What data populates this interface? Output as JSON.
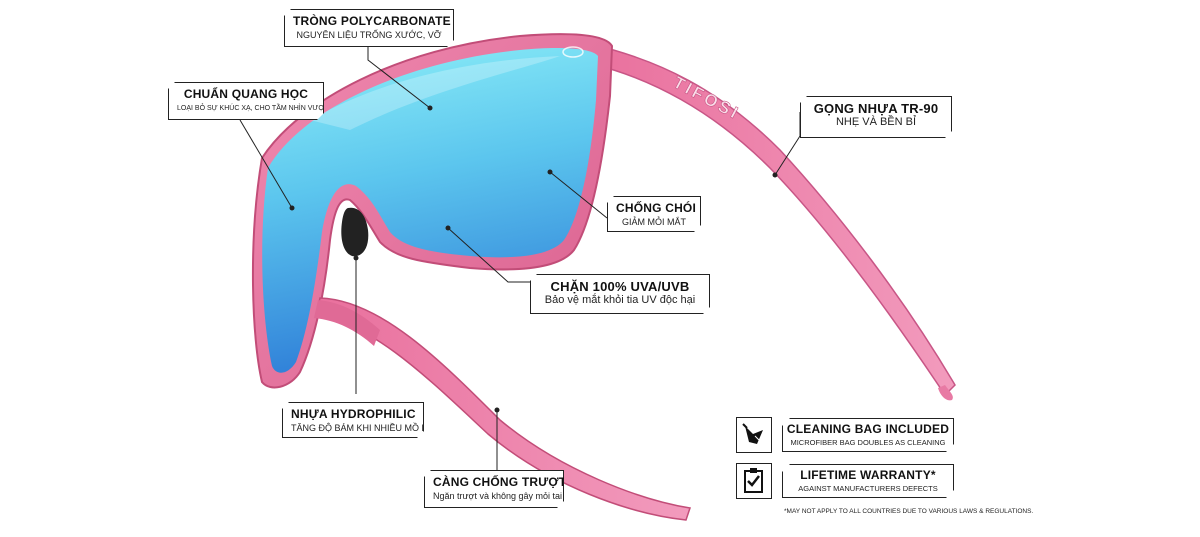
{
  "brand": "TIFOSI",
  "colors": {
    "frame": "#e8709a",
    "frame_dark": "#c24d78",
    "lens_top": "#7fe3f5",
    "lens_bottom": "#3a8ee0",
    "outline": "#222222"
  },
  "callouts": {
    "lens": {
      "title": "TRÒNG POLYCARBONATE",
      "subtitle": "NGUYÊN LIỆU TRỐNG XƯỚC, VỠ"
    },
    "optics": {
      "title": "CHUẨN QUANG HỌC",
      "subtitle": "LOẠI BỎ SỰ KHÚC XẠ, CHO TẦM NHÌN VƯỢT TRỘI"
    },
    "temples": {
      "title": "GỌNG NHỰA TR-90",
      "subtitle": "NHẸ VÀ BỀN BỈ"
    },
    "glare": {
      "title": "CHỐNG CHÓI",
      "subtitle": "GIẢM MỎI MẮT"
    },
    "uv": {
      "title": "CHẶN 100% UVA/UVB",
      "subtitle": "Bảo vệ mắt khỏi tia UV độc hại"
    },
    "hydrophilic": {
      "title": "NHỰA HYDROPHILIC",
      "subtitle": "TĂNG ĐỘ BÁM KHI NHIỀU MỒ HÔI"
    },
    "antislip": {
      "title": "CÀNG CHỐNG TRƯỢT",
      "subtitle": "Ngăn trượt và không gây mỏi tai"
    }
  },
  "badges": {
    "bag": {
      "title": "CLEANING BAG INCLUDED",
      "subtitle": "MICROFIBER BAG DOUBLES AS CLEANING CLOTH",
      "icon": "cleaning-bag-icon"
    },
    "warranty": {
      "title": "LIFETIME WARRANTY*",
      "subtitle": "AGAINST MANUFACTURERS DEFECTS",
      "icon": "checklist-icon"
    }
  },
  "disclaimer": "*MAY NOT APPLY TO ALL COUNTRIES DUE TO VARIOUS LAWS & REGULATIONS."
}
